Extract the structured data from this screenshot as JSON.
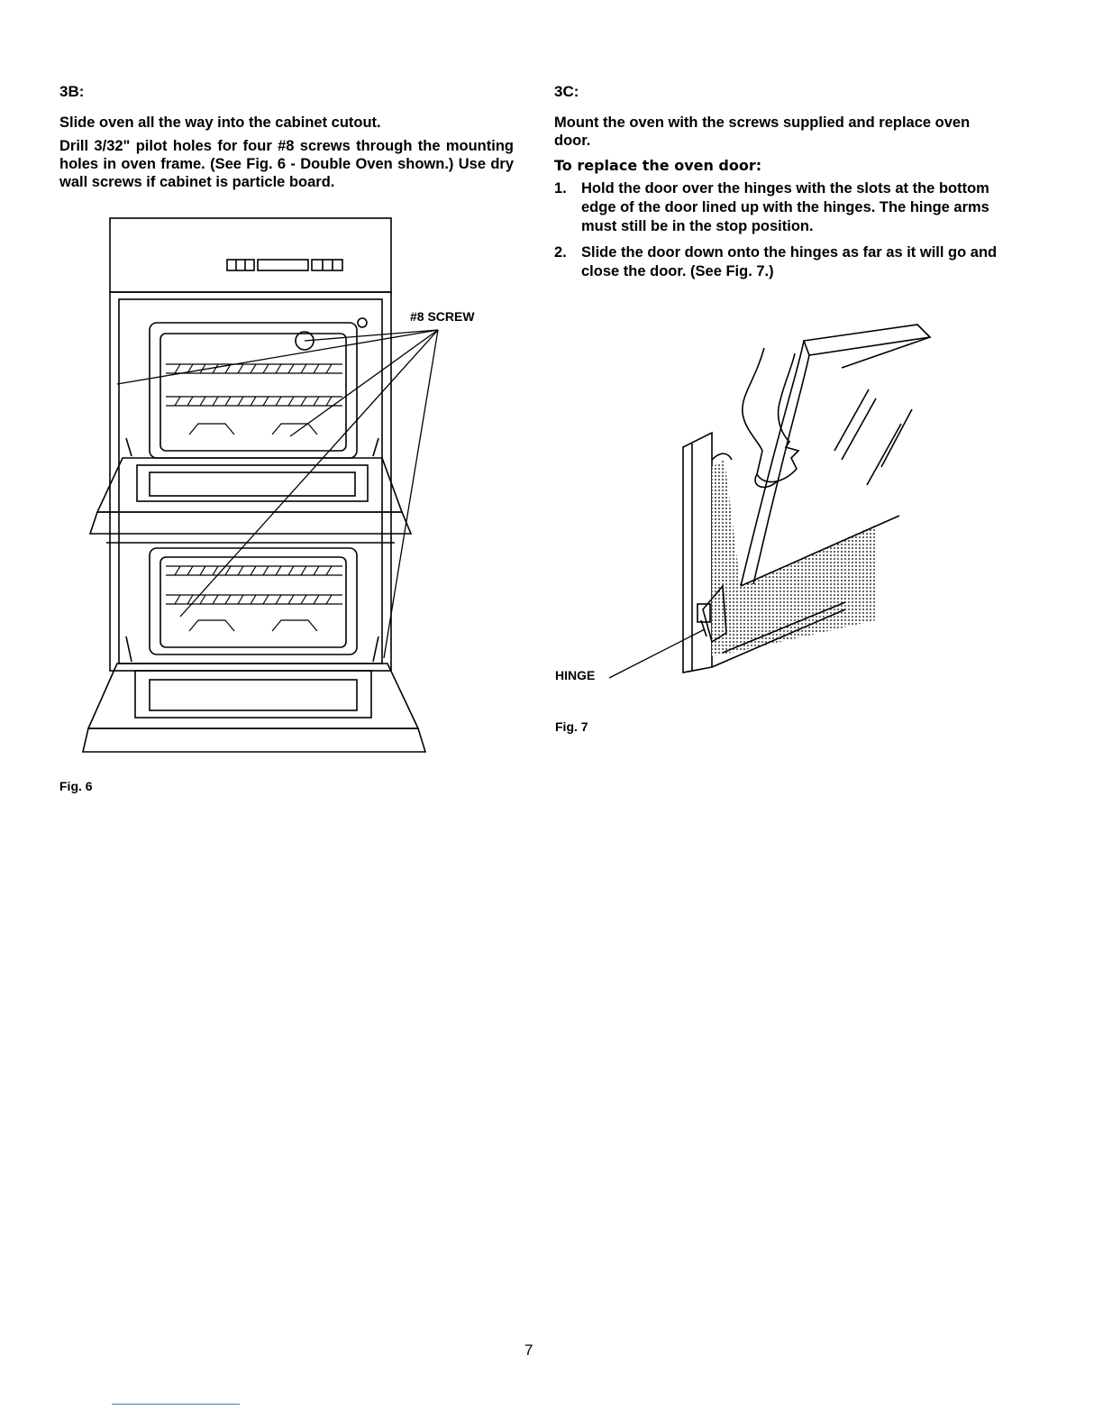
{
  "left": {
    "heading": "3B:",
    "para1": "Slide oven all the way into the cabinet cutout.",
    "para2": "Drill 3/32\" pilot holes for four #8 screws through the mounting holes in oven frame. (See Fig. 6 - Double Oven shown.) Use dry wall screws if cabinet is particle board.",
    "figure_label": "#8 SCREW",
    "caption": "Fig. 6"
  },
  "right": {
    "heading": "3C:",
    "para1": "Mount the oven with the screws supplied and replace oven door.",
    "subheading": "To replace the oven door:",
    "steps": [
      {
        "num": "1.",
        "text": "Hold the door over the hinges with the slots at the bottom edge of the door lined up with the hinges. The hinge arms must still be in the stop position."
      },
      {
        "num": "2.",
        "text": "Slide the door down onto the hinges as far as it will go and close the door. (See Fig. 7.)"
      }
    ],
    "figure_label": "HINGE",
    "caption": "Fig. 7"
  },
  "page_number": "7"
}
